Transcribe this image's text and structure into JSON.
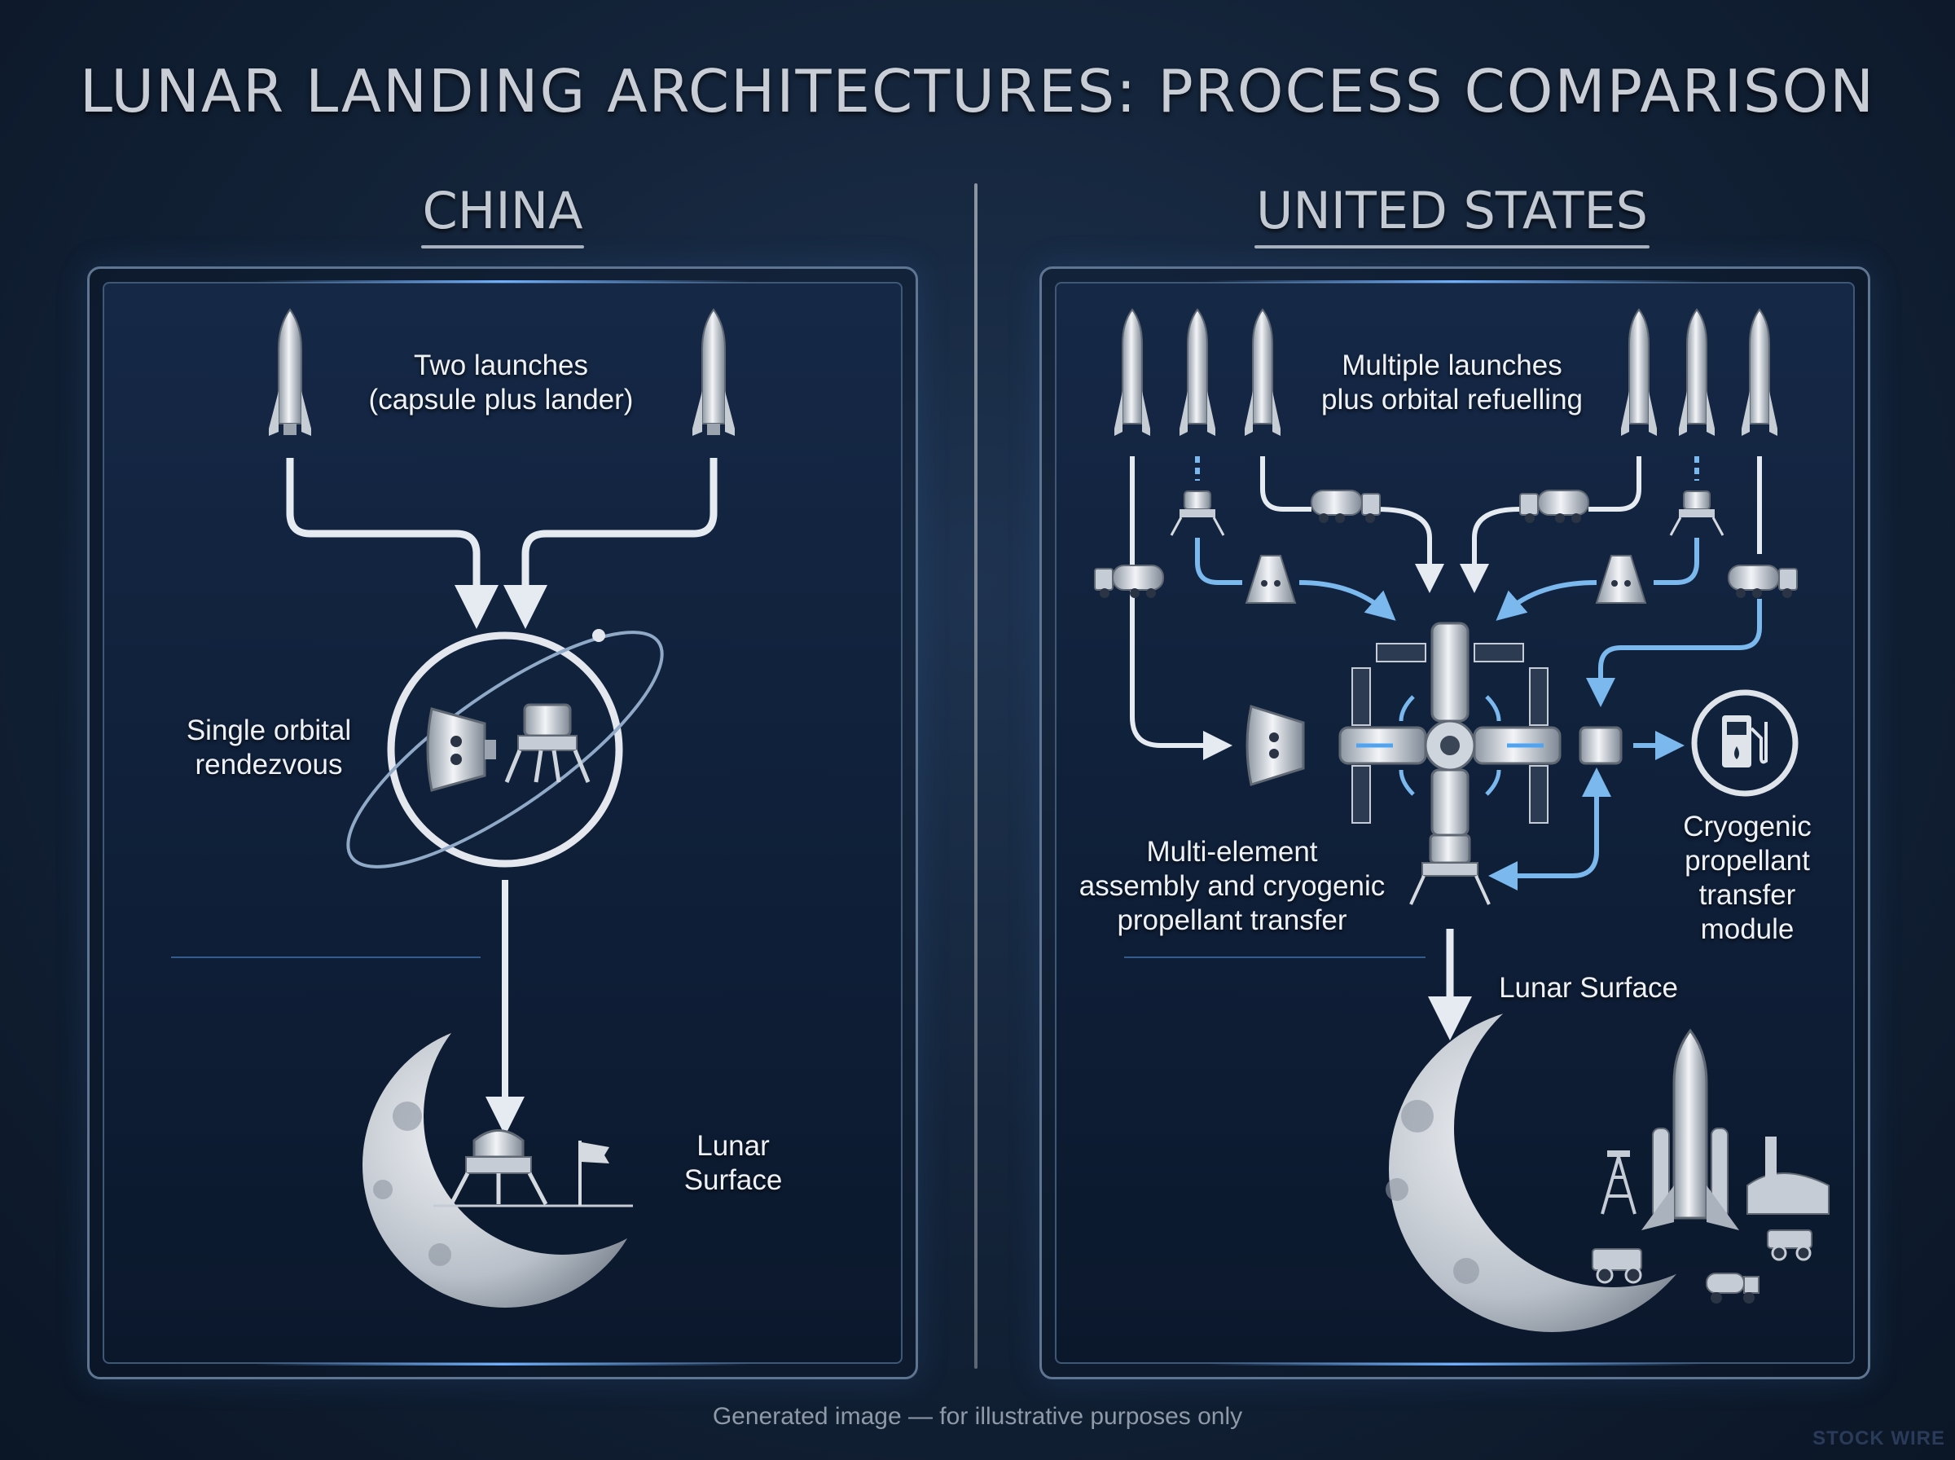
{
  "title": "LUNAR LANDING ARCHITECTURES: PROCESS COMPARISON",
  "china": {
    "heading": "CHINA",
    "launch_label_line1": "Two launches",
    "launch_label_line2": "(capsule plus lander)",
    "rendezvous_line1": "Single orbital",
    "rendezvous_line2": "rendezvous",
    "surface_line1": "Lunar",
    "surface_line2": "Surface"
  },
  "us": {
    "heading": "UNITED STATES",
    "launch_label_line1": "Multiple launches",
    "launch_label_line2": "plus orbital refuelling",
    "assembly_line1": "Multi-element",
    "assembly_line2": "assembly and cryogenic",
    "assembly_line3": "propellant transfer",
    "module_line1": "Cryogenic",
    "module_line2": "propellant",
    "module_line3": "transfer",
    "module_line4": "module",
    "surface": "Lunar Surface"
  },
  "footer": "Generated image — for illustrative purposes only",
  "watermark": "STOCK WIRE",
  "colors": {
    "accent_blue": "#7ab8ee",
    "arrow_white": "#e6ebf1",
    "panel_border": "#5f7692"
  }
}
